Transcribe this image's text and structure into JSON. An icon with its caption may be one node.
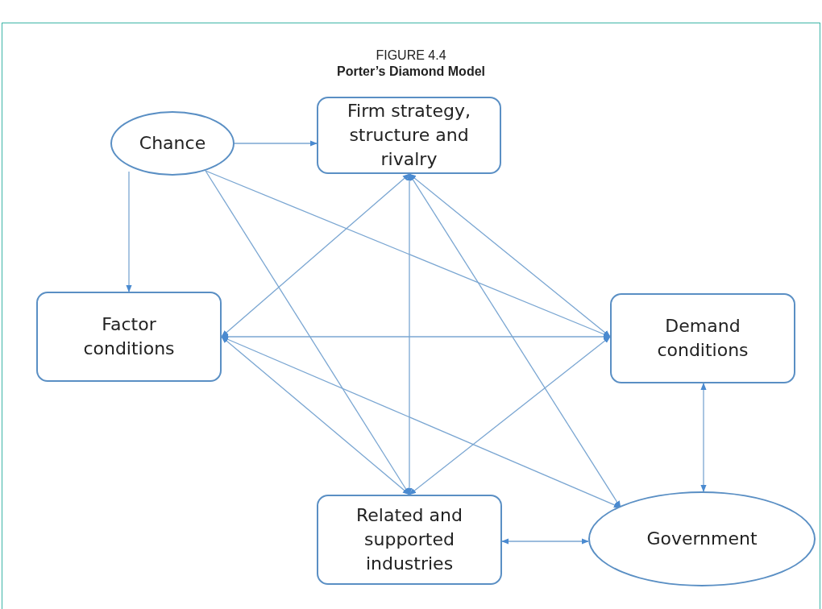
{
  "diagram": {
    "title": "Porter’s Diamond Model",
    "labels": [
      "FIGURE 4.4"
    ],
    "nodes": [
      {
        "text": [
          "Chance"
        ]
      },
      {
        "text": [
          "Firm strategy, structure and rivalry"
        ]
      },
      {
        "text": [
          "Factor conditions"
        ]
      },
      {
        "text": [
          "Demand conditions"
        ]
      },
      {
        "text": [
          "Related and supported industries"
        ]
      },
      {
        "text": [
          "Government"
        ]
      }
    ],
    "edges": [
      {
        "from": 0,
        "to": 1,
        "arrow": "to"
      },
      {
        "from": 0,
        "to": 2,
        "arrow": "to"
      },
      {
        "from": 0,
        "to": 3,
        "arrow": "to"
      },
      {
        "from": 0,
        "to": 4,
        "arrow": "to"
      },
      {
        "from": 1,
        "to": 2,
        "arrow": "both"
      },
      {
        "from": 1,
        "to": 3,
        "arrow": "both"
      },
      {
        "from": 1,
        "to": 4,
        "arrow": "both"
      },
      {
        "from": 1,
        "to": 5,
        "arrow": "both"
      },
      {
        "from": 2,
        "to": 3,
        "arrow": "both"
      },
      {
        "from": 2,
        "to": 4,
        "arrow": "both"
      },
      {
        "from": 2,
        "to": 5,
        "arrow": "both"
      },
      {
        "from": 4,
        "to": 3,
        "arrow": "both"
      },
      {
        "from": 4,
        "to": 5,
        "arrow": "both"
      },
      {
        "from": 3,
        "to": 5,
        "arrow": "both"
      }
    ]
  }
}
